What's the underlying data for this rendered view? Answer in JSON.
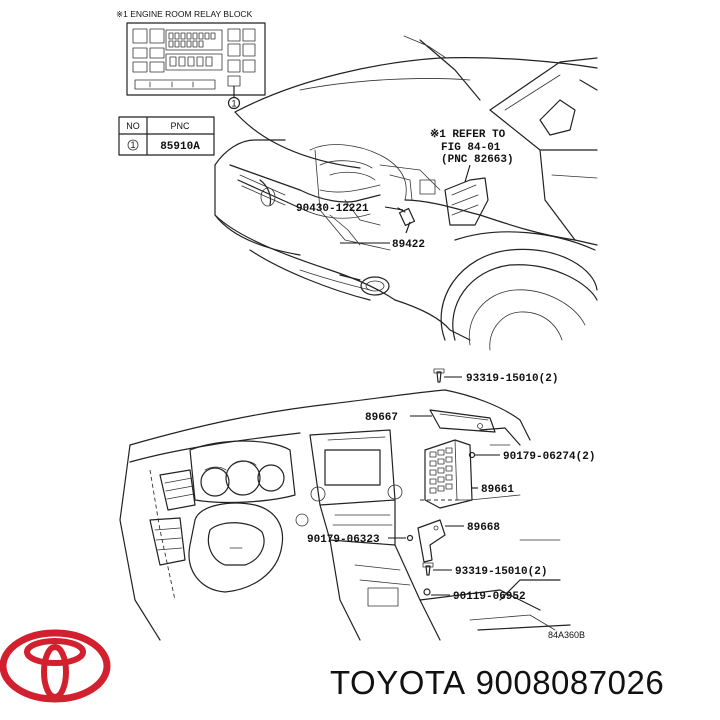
{
  "relay_block": {
    "title": "※1  ENGINE ROOM RELAY BLOCK",
    "callout": "1",
    "table": {
      "headers": [
        "NO",
        "PNC"
      ],
      "rows": [
        {
          "no": "1",
          "pnc": "85910A"
        }
      ]
    }
  },
  "refer_note": [
    "※1  REFER TO",
    "FIG 84-01",
    "(PNC 82663)"
  ],
  "upper_parts": [
    {
      "label": "90430-12221"
    },
    {
      "label": "89422"
    }
  ],
  "lower_parts": [
    {
      "label": "93319-15010(2)"
    },
    {
      "label": "89667"
    },
    {
      "label": "90179-06274(2)"
    },
    {
      "label": "89661"
    },
    {
      "label": "89668"
    },
    {
      "label": "90179-06323"
    },
    {
      "label": "93319-15010(2)"
    },
    {
      "label": "90119-06952"
    }
  ],
  "figure_code": "84A360B",
  "footer": {
    "brand": "TOYOTA",
    "part_number": "9008087026",
    "logo_color": "#d3202f"
  }
}
